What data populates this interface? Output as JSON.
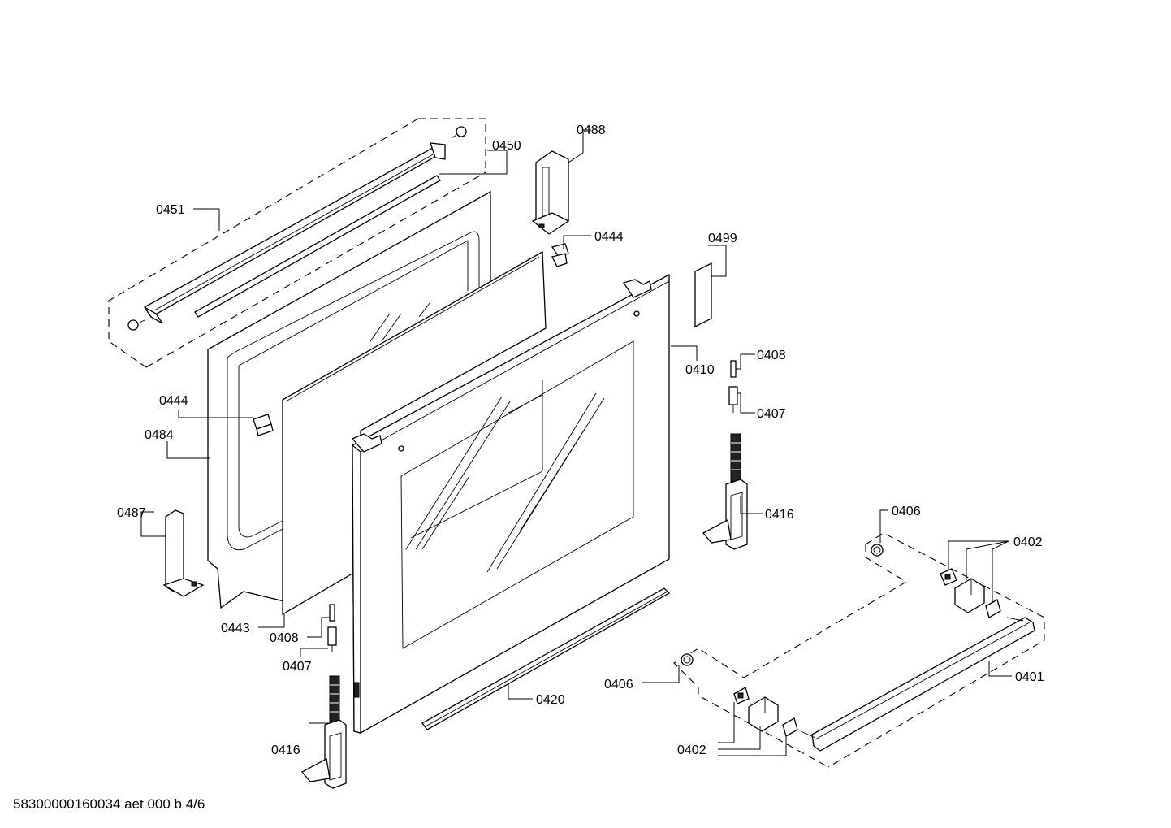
{
  "labels": {
    "p0451": "0451",
    "p0450": "0450",
    "p0488": "0488",
    "p0444_top": "0444",
    "p0499": "0499",
    "p0410": "0410",
    "p0408_right": "0408",
    "p0407_right": "0407",
    "p0444_mid": "0444",
    "p0484": "0484",
    "p0487": "0487",
    "p0416_right": "0416",
    "p0406_right": "0406",
    "p0402_right": "0402",
    "p0443": "0443",
    "p0408_left": "0408",
    "p0407_left": "0407",
    "p0420": "0420",
    "p0406_left": "0406",
    "p0401": "0401",
    "p0416_left": "0416",
    "p0402_left": "0402"
  },
  "footer": "58300000160034 aet 000 b 4/6"
}
